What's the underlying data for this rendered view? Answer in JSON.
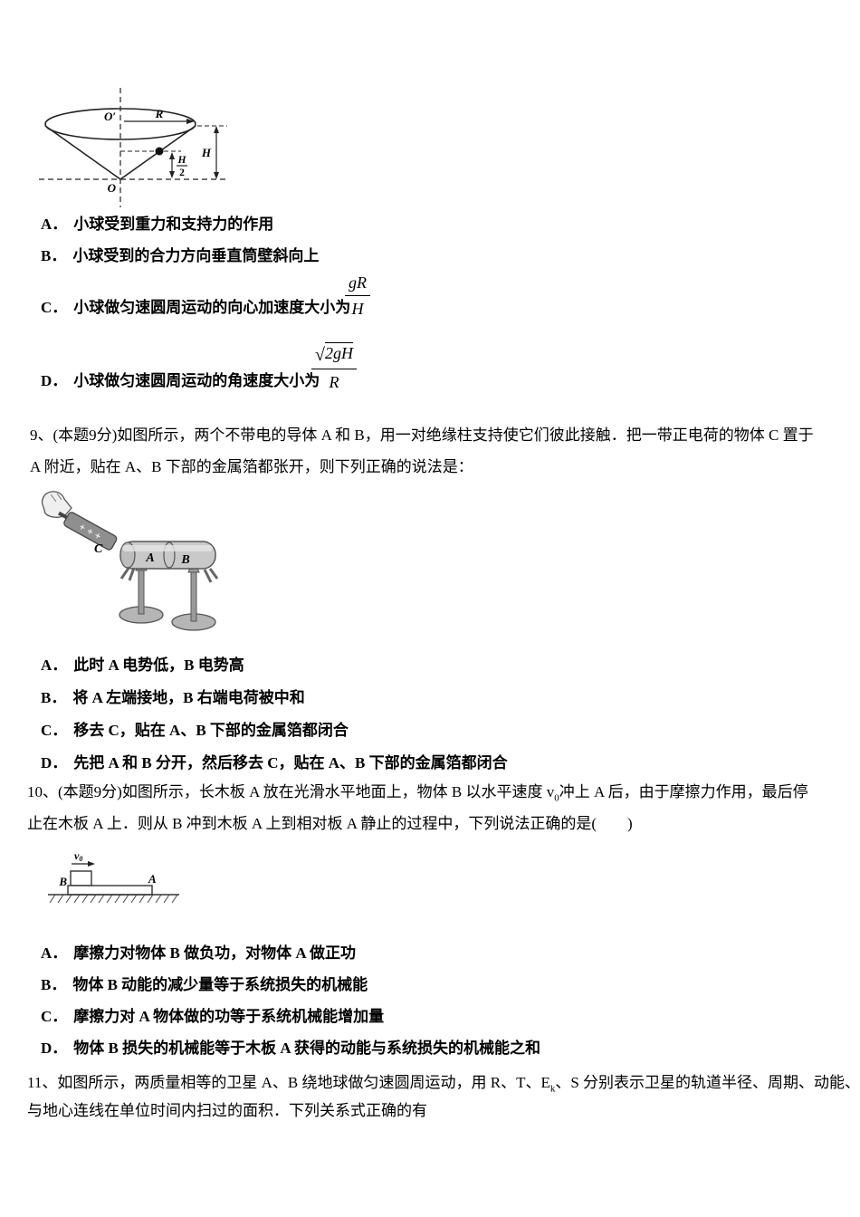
{
  "q8": {
    "figure": {
      "top_center_label": "O′",
      "radius_label": "R",
      "height_label": "H",
      "half_height_num": "H",
      "half_height_den": "2",
      "apex_label": "O"
    },
    "options": [
      {
        "label": "A．",
        "text": "小球受到重力和支持力的作用"
      },
      {
        "label": "B．",
        "text": "小球受到的合力方向垂直筒壁斜向上"
      },
      {
        "label": "C．",
        "text": "小球做匀速圆周运动的向心加速度大小为",
        "frac_num": "gR",
        "frac_den": "H"
      },
      {
        "label": "D．",
        "text": "小球做匀速圆周运动的角速度大小为",
        "radical": "√",
        "frac_num": "2gH",
        "frac_den": "R"
      }
    ]
  },
  "q9": {
    "stem_line1": "9、(本题9分)如图所示，两个不带电的导体 A 和 B，用一对绝缘柱支持使它们彼此接触．把一带正电荷的物体 C 置于",
    "stem_line2": "A 附近，贴在 A、B 下部的金属箔都张开，则下列正确的说法是：",
    "figure": {
      "rod_label": "C",
      "rod_marks": "+ + +",
      "left_conductor_label": "A",
      "right_conductor_label": "B"
    },
    "options": [
      {
        "label": "A．",
        "text": "此时 A 电势低，B 电势高"
      },
      {
        "label": "B．",
        "text": "将 A 左端接地，B 右端电荷被中和"
      },
      {
        "label": "C．",
        "text": "移去 C，贴在 A、B 下部的金属箔都闭合"
      },
      {
        "label": "D．",
        "text": "先把 A 和 B 分开，然后移去 C，贴在 A、B 下部的金属箔都闭合"
      }
    ]
  },
  "q10": {
    "stem_line1_pre": "10、(本题9分)如图所示，长木板 A 放在光滑水平地面上，物体 B 以水平速度 v",
    "stem_line1_sub": "0",
    "stem_line1_post": "冲上 A 后，由于摩擦力作用，最后停",
    "stem_line2": "止在木板 A 上．则从 B 冲到木板 A 上到相对板 A 静止的过程中，下列说法正确的是(　　)",
    "figure": {
      "velocity_label": "v",
      "velocity_sub": "0",
      "block_label": "B",
      "board_label": "A"
    },
    "options": [
      {
        "label": "A．",
        "text": "摩擦力对物体 B 做负功，对物体 A 做正功"
      },
      {
        "label": "B．",
        "text": "物体 B 动能的减少量等于系统损失的机械能"
      },
      {
        "label": "C．",
        "text": "摩擦力对 A 物体做的功等于系统机械能增加量"
      },
      {
        "label": "D．",
        "text": "物体 B 损失的机械能等于木板 A 获得的动能与系统损失的机械能之和"
      }
    ]
  },
  "q11": {
    "stem_line1_pre": "11、如图所示，两质量相等的卫星 A、B 绕地球做匀速圆周运动，用 R、T、E",
    "stem_line1_sub": "k",
    "stem_line1_post": "、S 分别表示卫星的轨道半径、周期、动能、",
    "stem_line2": "与地心连线在单位时间内扫过的面积．下列关系式正确的有"
  }
}
